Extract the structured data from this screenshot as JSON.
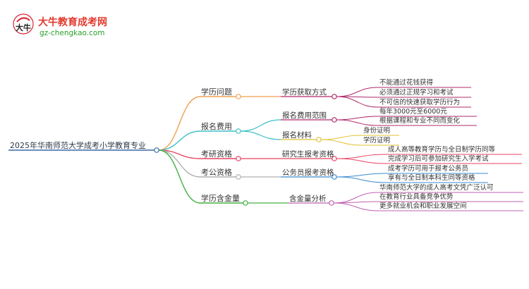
{
  "brand": {
    "title": "大牛教育成考网",
    "url": "gz-chengkao.com",
    "logo_text": "大牛"
  },
  "mindmap": {
    "root": "2025年华南师范大学成考小学教育专业",
    "branches": [
      {
        "label": "学历问题",
        "color": "#f0a050",
        "children": [
          {
            "label": "学历获取方式",
            "color": "#b0286a",
            "leaves": [
              "不能通过花钱获得",
              "必须通过正规学习和考试",
              "不可信的快速获取学历行为"
            ]
          }
        ]
      },
      {
        "label": "报名费用",
        "color": "#3cc0c8",
        "children": [
          {
            "label": "报名费用范围",
            "color": "#b0286a",
            "leaves": [
              "每年3000元至6000元",
              "根据课程和专业不同而变化"
            ]
          },
          {
            "label": "报名材料",
            "color": "#e0c030",
            "leaves": [
              "身份证明",
              "学历证明"
            ]
          }
        ]
      },
      {
        "label": "考研资格",
        "color": "#e84060",
        "children": [
          {
            "label": "研究生报考资格",
            "color": "#e84060",
            "leaves": [
              "成人高等教育学历与全日制学历同等",
              "完成学习后可参加研究生入学考试"
            ]
          }
        ]
      },
      {
        "label": "考公资格",
        "color": "#b0b0b0",
        "children": [
          {
            "label": "公务员报考资格",
            "color": "#3a8ad0",
            "leaves": [
              "成考学历可用于报考公务员",
              "享有与全日制本科生同等资格"
            ]
          }
        ]
      },
      {
        "label": "学历含金量",
        "color": "#40b040",
        "children": [
          {
            "label": "含金量分析",
            "color": "#c060b0",
            "leaves": [
              "华南师范大学的成人高考文凭广泛认可",
              "在教育行业具备竞争优势",
              "更多就业机会和职业发展空间"
            ]
          }
        ]
      }
    ]
  }
}
